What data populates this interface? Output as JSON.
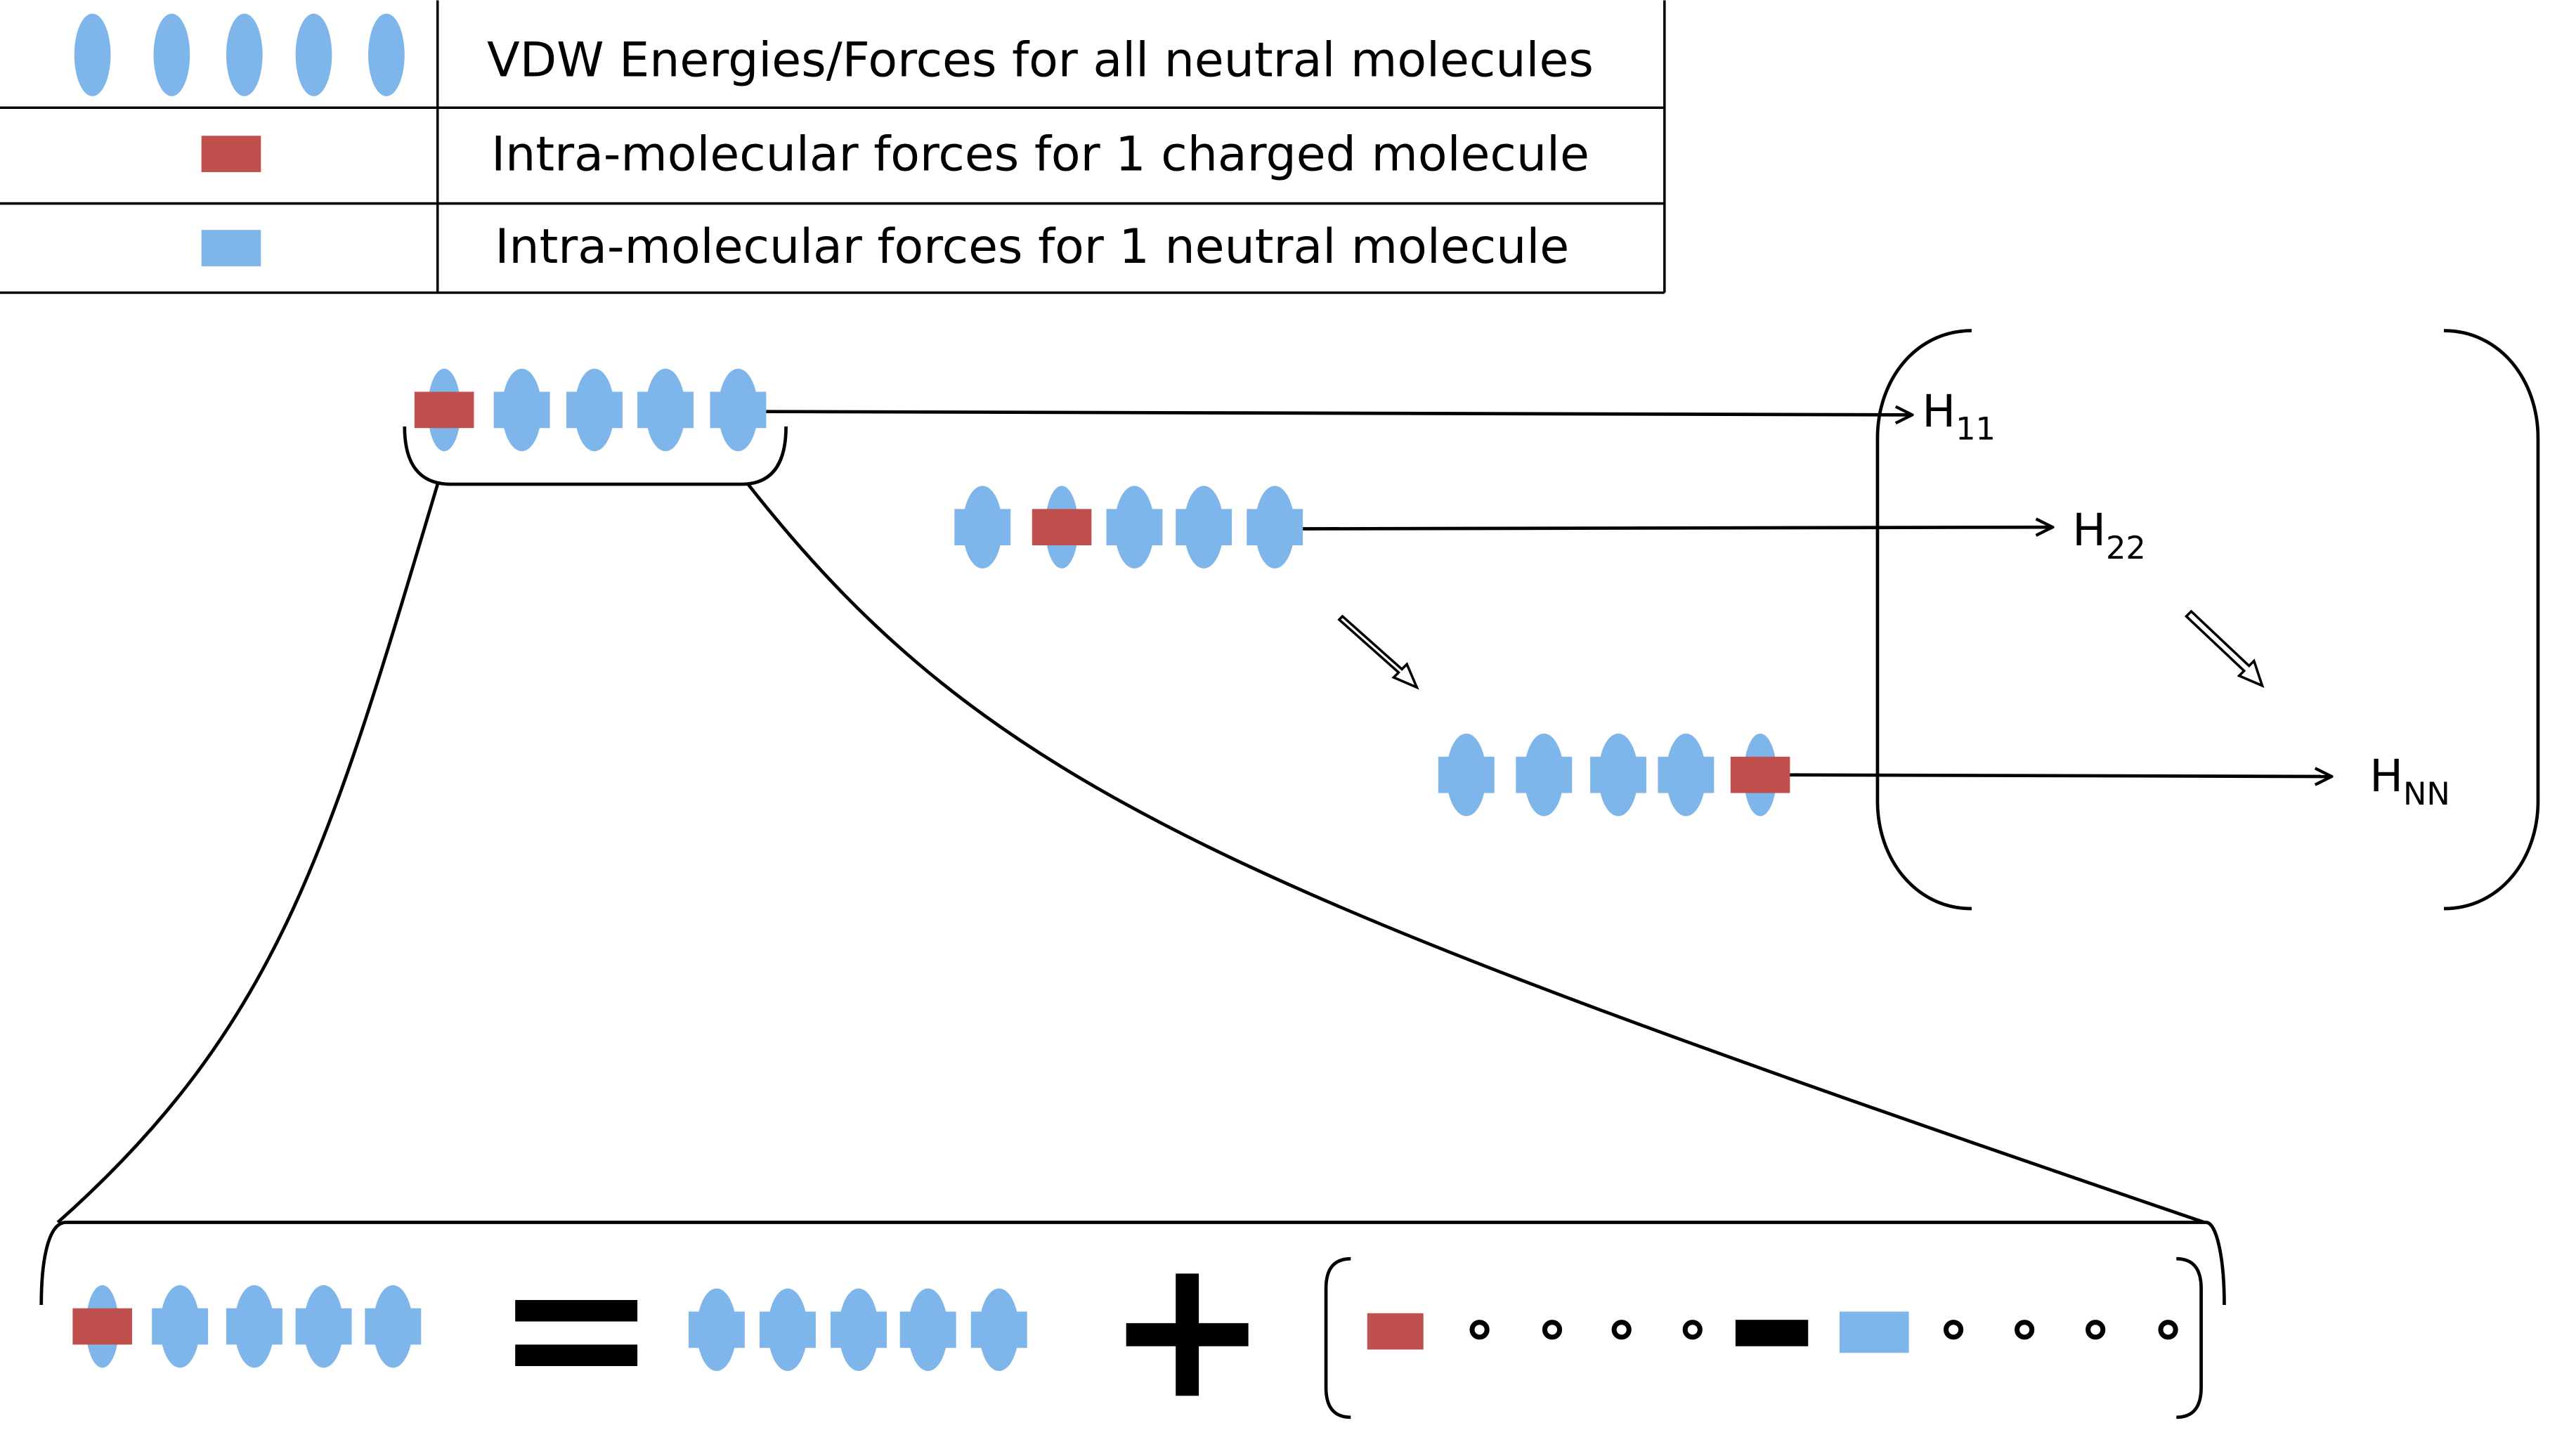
{
  "legend": {
    "rows": [
      {
        "symbol": "vdw-ellipses-icon",
        "text": "VDW Energies/Forces for all neutral molecules"
      },
      {
        "symbol": "charged-rect-icon",
        "text": "Intra-molecular forces for 1 charged molecule"
      },
      {
        "symbol": "neutral-rect-icon",
        "text": "Intra-molecular forces for 1 neutral molecule"
      }
    ]
  },
  "matrix": {
    "entries": [
      {
        "base": "H",
        "sub": "11"
      },
      {
        "base": "H",
        "sub": "22"
      },
      {
        "base": "H",
        "sub": "NN"
      }
    ]
  },
  "colors": {
    "neutral": "#7EB6EC",
    "charged": "#C0504D",
    "line": "#000000"
  }
}
